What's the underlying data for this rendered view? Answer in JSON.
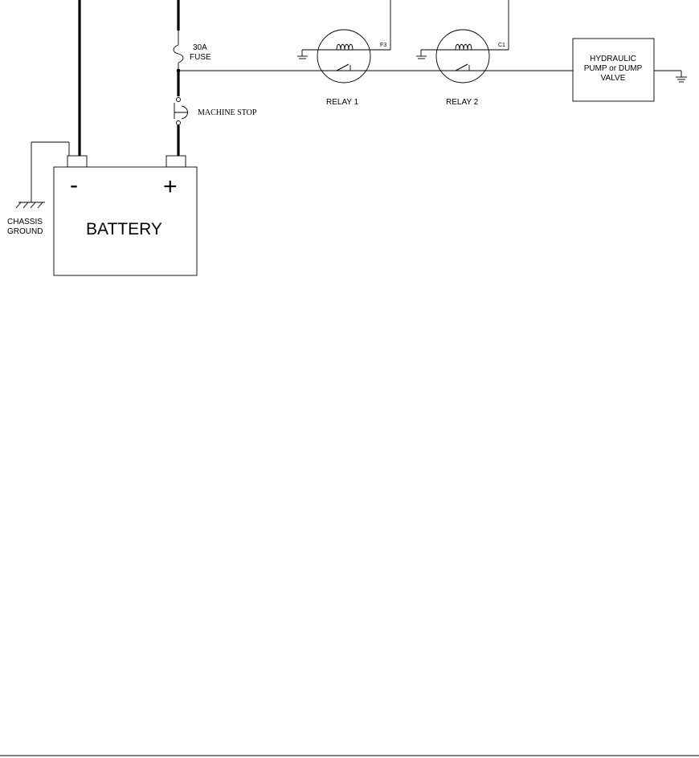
{
  "diagram": {
    "battery": {
      "label": "BATTERY",
      "negative_sign": "-",
      "positive_sign": "+"
    },
    "chassis_ground": {
      "line1": "CHASSIS",
      "line2": "GROUND"
    },
    "fuse": {
      "line1": "30A",
      "line2": "FUSE"
    },
    "machine_stop": {
      "label": "MACHINE STOP"
    },
    "relay_1": {
      "label": "RELAY 1",
      "terminal": "F3"
    },
    "relay_2": {
      "label": "RELAY 2",
      "terminal": "C1"
    },
    "load": {
      "line1": "HYDRAULIC",
      "line2": "PUMP or DUMP",
      "line3": "VALVE"
    }
  }
}
